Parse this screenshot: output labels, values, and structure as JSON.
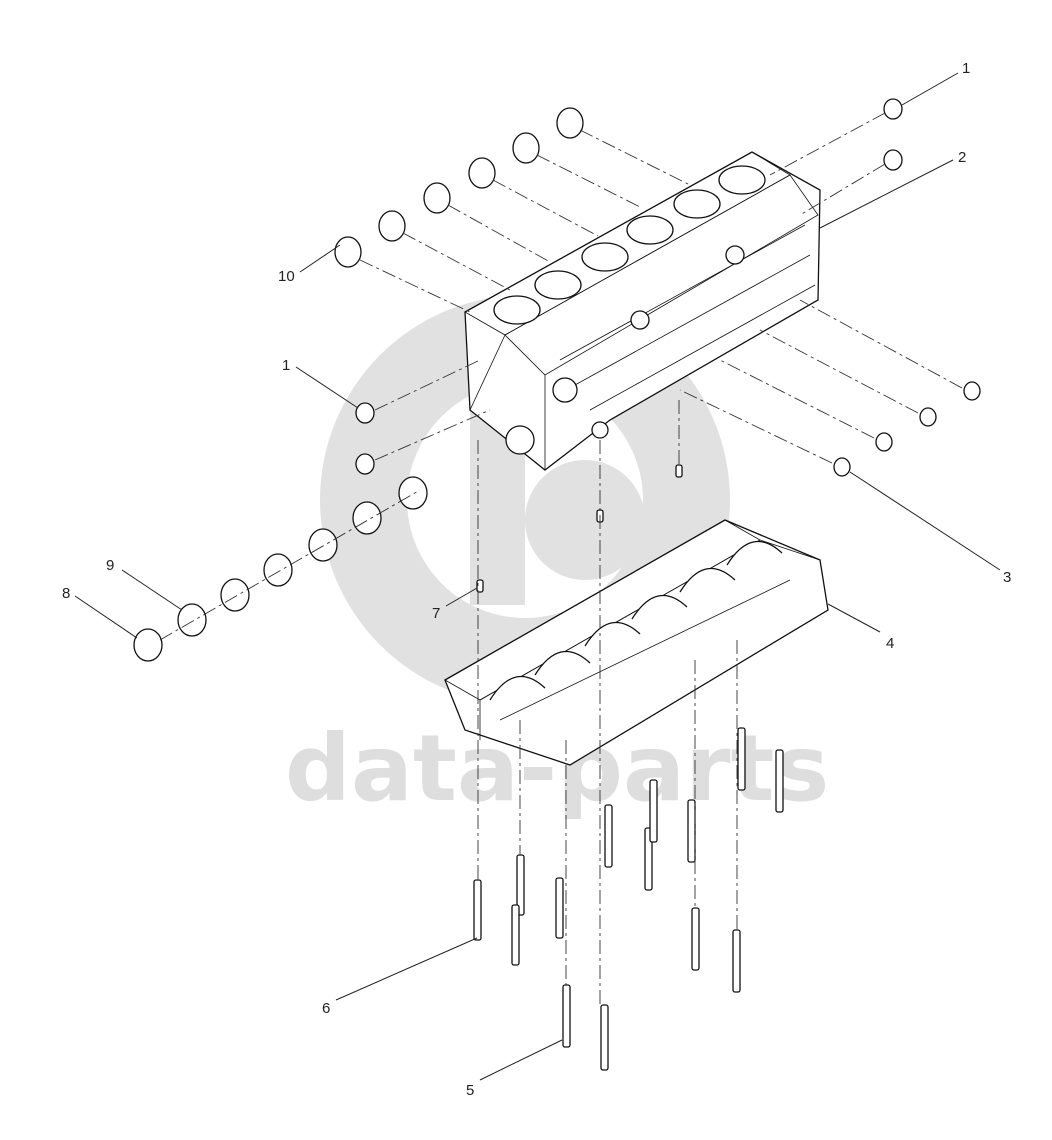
{
  "watermark": {
    "text": "data-parts",
    "color": "#d9d9d9"
  },
  "callouts": [
    {
      "id": "c1a",
      "label": "1"
    },
    {
      "id": "c2",
      "label": "2"
    },
    {
      "id": "c10",
      "label": "10"
    },
    {
      "id": "c1b",
      "label": "1"
    },
    {
      "id": "c3",
      "label": "3"
    },
    {
      "id": "c9",
      "label": "9"
    },
    {
      "id": "c8",
      "label": "8"
    },
    {
      "id": "c7",
      "label": "7"
    },
    {
      "id": "c4",
      "label": "4"
    },
    {
      "id": "c6",
      "label": "6"
    },
    {
      "id": "c5",
      "label": "5"
    }
  ]
}
